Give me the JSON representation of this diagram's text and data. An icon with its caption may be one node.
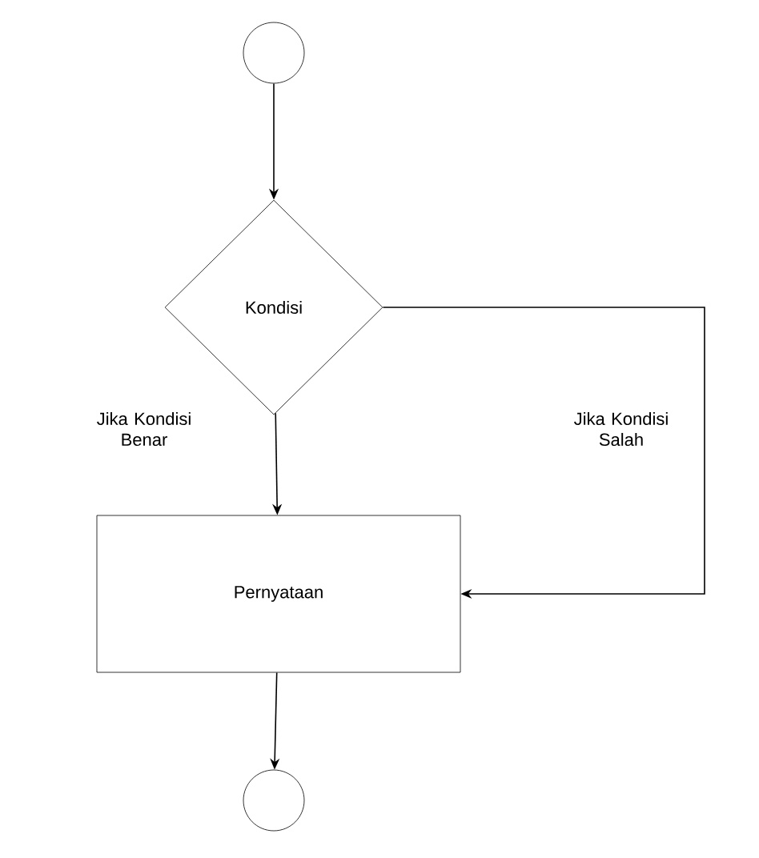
{
  "diagram": {
    "nodes": [
      {
        "text": [],
        "shape": "circle"
      },
      {
        "text": [
          "Kondisi"
        ]
      },
      {
        "text": [
          "Pernyataan"
        ]
      },
      {
        "text": [],
        "shape": "circle"
      }
    ],
    "edges": [
      {
        "from": 0,
        "to": 1,
        "arrow": "to"
      },
      {
        "from": 1,
        "to": 2,
        "arrow": "to",
        "label": "Jika Kondisi Benar"
      },
      {
        "from": 1,
        "to": 2,
        "arrow": "to",
        "label": "Jika Kondisi Salah"
      },
      {
        "from": 2,
        "to": 3,
        "arrow": "to"
      }
    ]
  }
}
